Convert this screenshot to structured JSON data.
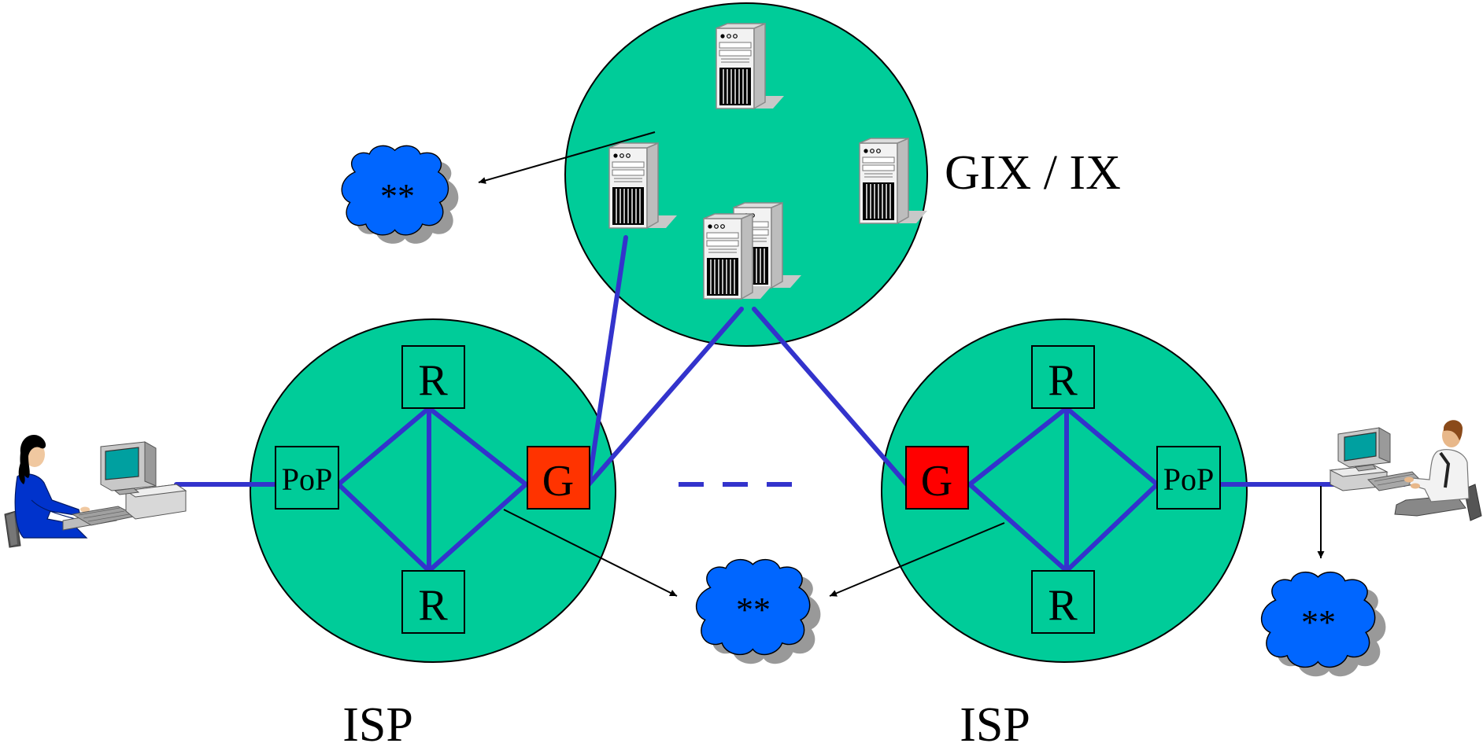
{
  "diagram": {
    "gix_label": "GIX / IX",
    "isp_left_label": "ISP",
    "isp_right_label": "ISP",
    "node_r": "R",
    "node_g": "G",
    "node_pop": "PoP",
    "cloud_label": "**"
  },
  "colors": {
    "network_fill": "#00CC99",
    "link": "#3333CC",
    "gateway_left": "#FF3300",
    "gateway_right": "#FF0000",
    "cloud": "#0066FF",
    "cloud_shadow": "#999999"
  },
  "icons": {
    "servers": "server-tower-icon",
    "user_left": "woman-at-computer-icon",
    "user_right": "man-at-computer-icon",
    "clouds": "cloud-icon"
  }
}
